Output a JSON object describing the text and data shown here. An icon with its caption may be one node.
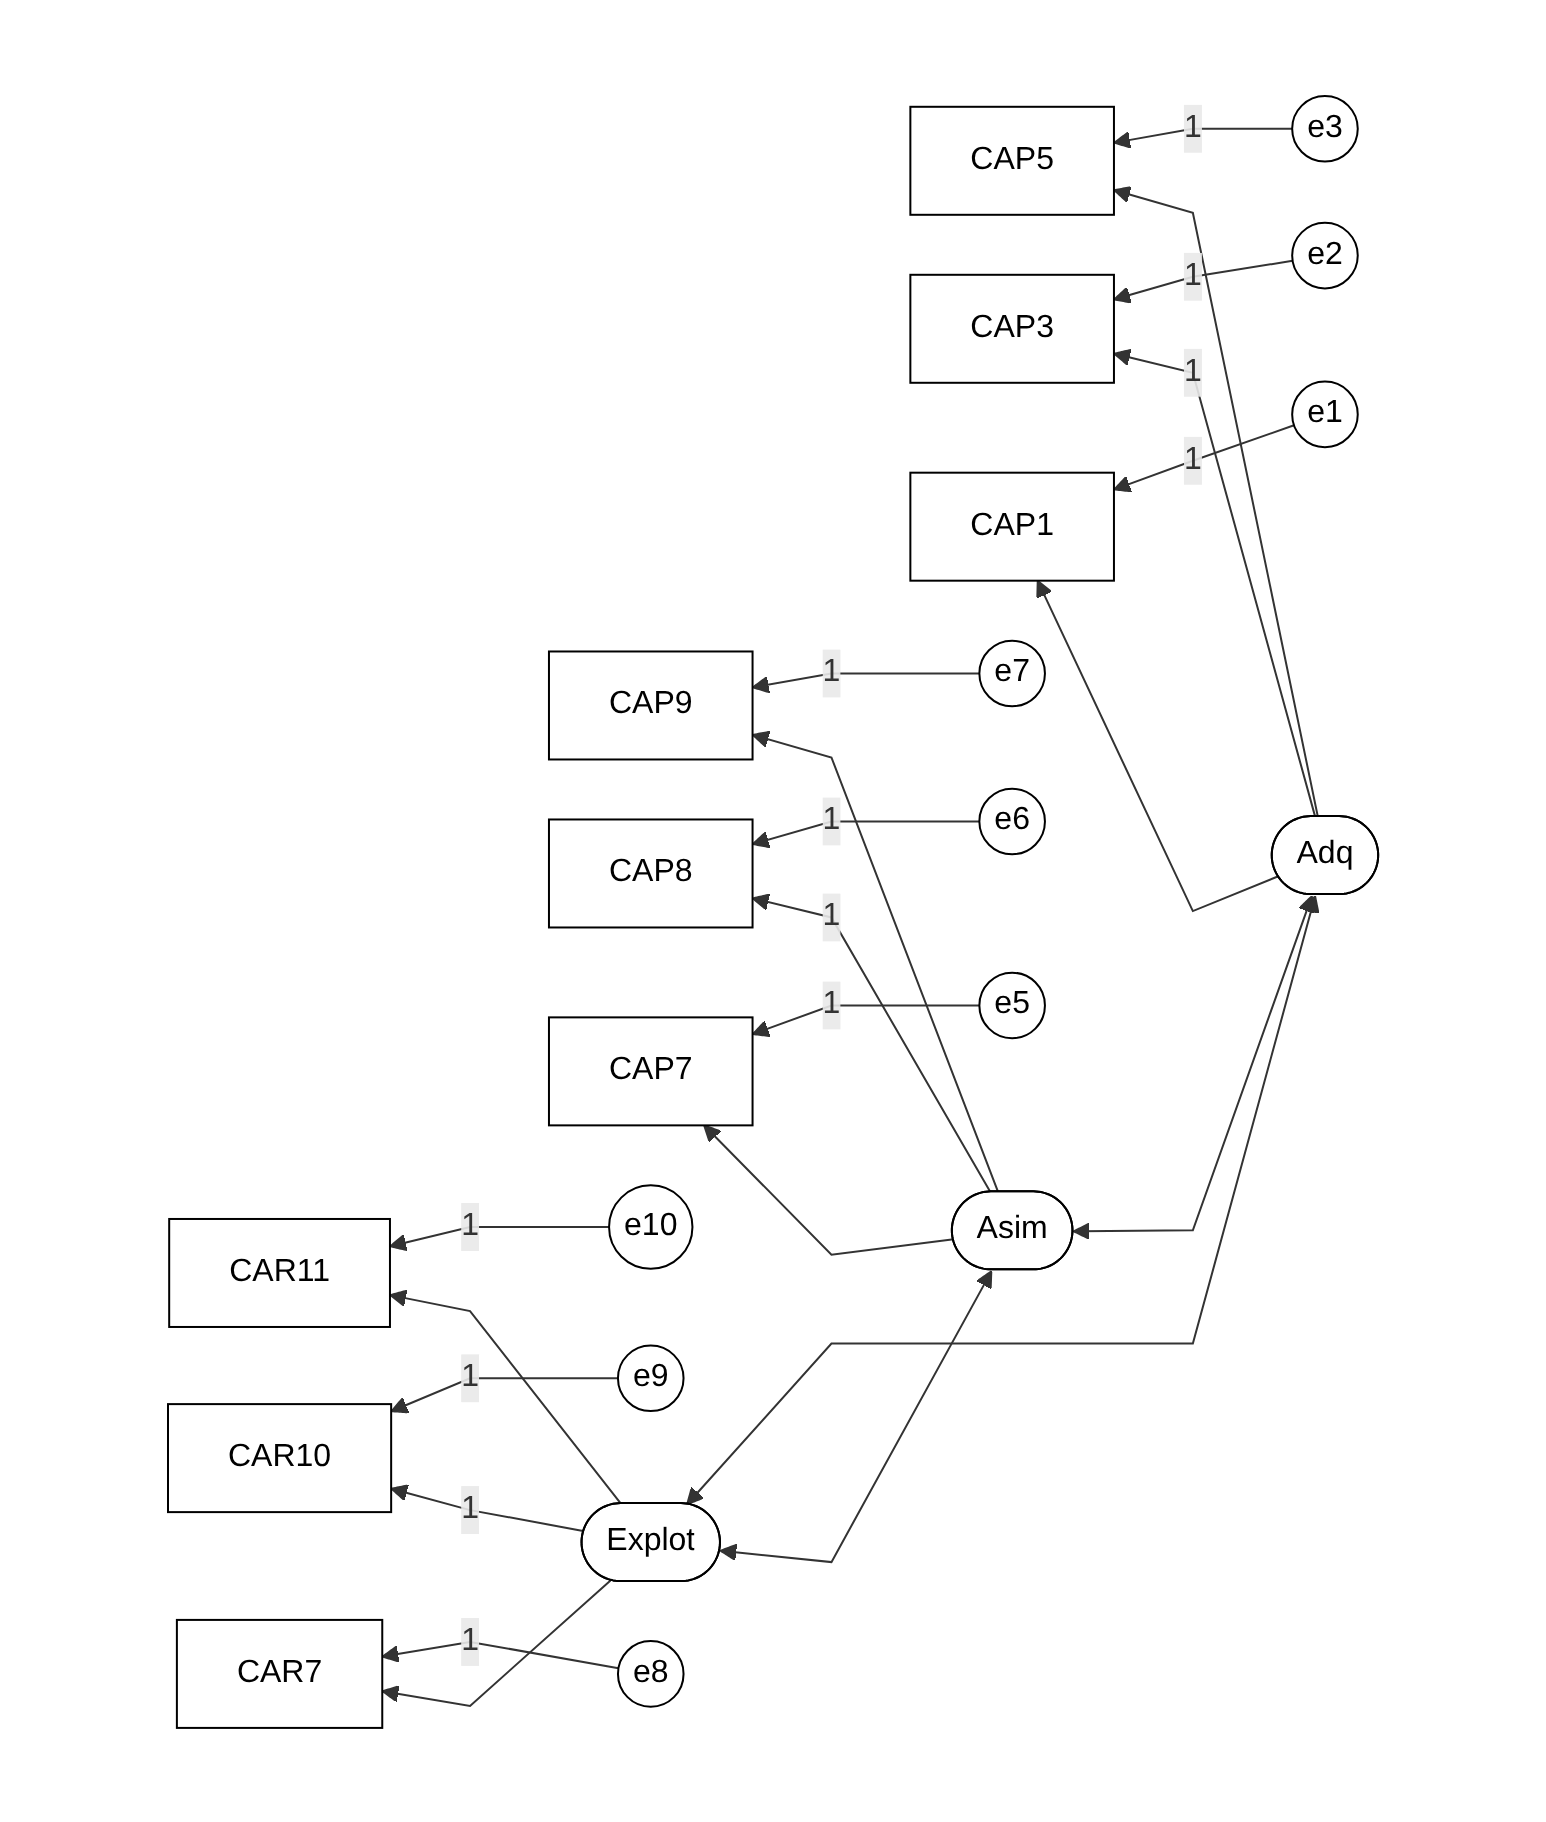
{
  "diagram": {
    "nodes": [
      {
        "text": [
          "e3"
        ]
      },
      {
        "text": [
          "CAP5"
        ]
      },
      {
        "text": [
          "Adq"
        ]
      },
      {
        "text": [
          "e2"
        ]
      },
      {
        "text": [
          "CAP3"
        ]
      },
      {
        "text": [
          "e1"
        ]
      },
      {
        "text": [
          "CAP1"
        ]
      },
      {
        "text": [
          "e7"
        ]
      },
      {
        "text": [
          "CAP9"
        ]
      },
      {
        "text": [
          "Asim"
        ]
      },
      {
        "text": [
          "e6"
        ]
      },
      {
        "text": [
          "CAP8"
        ]
      },
      {
        "text": [
          "e5"
        ]
      },
      {
        "text": [
          "CAP7"
        ]
      },
      {
        "text": [
          "e10"
        ]
      },
      {
        "text": [
          "CAR11"
        ]
      },
      {
        "text": [
          "Explot"
        ]
      },
      {
        "text": [
          "e9"
        ]
      },
      {
        "text": [
          "CAR10"
        ]
      },
      {
        "text": [
          "e8"
        ]
      },
      {
        "text": [
          "CAR7"
        ]
      }
    ],
    "edges": [
      {
        "from": 2,
        "to": 1,
        "arrow": "to"
      },
      {
        "from": 2,
        "to": 4,
        "arrow": "to",
        "label": "1"
      },
      {
        "from": 2,
        "to": 6,
        "arrow": "to"
      },
      {
        "from": 0,
        "to": 1,
        "arrow": "to",
        "label": "1"
      },
      {
        "from": 3,
        "to": 4,
        "arrow": "to",
        "label": "1"
      },
      {
        "from": 5,
        "to": 6,
        "arrow": "to",
        "label": "1"
      },
      {
        "from": 9,
        "to": 8,
        "arrow": "to"
      },
      {
        "from": 9,
        "to": 11,
        "arrow": "to",
        "label": "1"
      },
      {
        "from": 9,
        "to": 13,
        "arrow": "to"
      },
      {
        "from": 7,
        "to": 8,
        "arrow": "to",
        "label": "1"
      },
      {
        "from": 10,
        "to": 11,
        "arrow": "to",
        "label": "1"
      },
      {
        "from": 12,
        "to": 13,
        "arrow": "to",
        "label": "1"
      },
      {
        "from": 16,
        "to": 15,
        "arrow": "to"
      },
      {
        "from": 16,
        "to": 18,
        "arrow": "to",
        "label": "1"
      },
      {
        "from": 16,
        "to": 20,
        "arrow": "to"
      },
      {
        "from": 14,
        "to": 15,
        "arrow": "to",
        "label": "1"
      },
      {
        "from": 17,
        "to": 18,
        "arrow": "to",
        "label": "1"
      },
      {
        "from": 19,
        "to": 20,
        "arrow": "to",
        "label": "1"
      },
      {
        "from": 2,
        "to": 9,
        "arrow": "both"
      },
      {
        "from": 9,
        "to": 16,
        "arrow": "both"
      },
      {
        "from": 2,
        "to": 16,
        "arrow": "both"
      }
    ]
  }
}
